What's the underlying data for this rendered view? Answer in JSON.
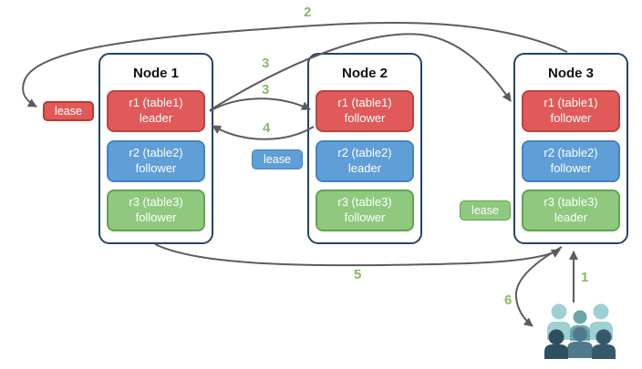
{
  "diagram": {
    "nodes": [
      {
        "title": "Node 1",
        "replicas": [
          {
            "name": "r1 (table1)",
            "role": "leader",
            "color": "#e05a5a"
          },
          {
            "name": "r2 (table2)",
            "role": "follower",
            "color": "#5f9ed6"
          },
          {
            "name": "r3 (table3)",
            "role": "follower",
            "color": "#8fc97e"
          }
        ]
      },
      {
        "title": "Node 2",
        "replicas": [
          {
            "name": "r1 (table1)",
            "role": "follower",
            "color": "#e05a5a"
          },
          {
            "name": "r2 (table2)",
            "role": "leader",
            "color": "#5f9ed6"
          },
          {
            "name": "r3 (table3)",
            "role": "follower",
            "color": "#8fc97e"
          }
        ]
      },
      {
        "title": "Node 3",
        "replicas": [
          {
            "name": "r1 (table1)",
            "role": "follower",
            "color": "#e05a5a"
          },
          {
            "name": "r2 (table2)",
            "role": "follower",
            "color": "#5f9ed6"
          },
          {
            "name": "r3 (table3)",
            "role": "leader",
            "color": "#8fc97e"
          }
        ]
      }
    ],
    "leases": {
      "red": {
        "label": "lease",
        "color": "#e05a5a"
      },
      "blue": {
        "label": "lease",
        "color": "#5f9ed6"
      },
      "green": {
        "label": "lease",
        "color": "#8fc97e"
      }
    },
    "steps": {
      "s1": "1",
      "s2": "2",
      "s3a": "3",
      "s3b": "3",
      "s4": "4",
      "s5": "5",
      "s6": "6"
    },
    "icons": {
      "clients": "users-group-icon"
    },
    "colors": {
      "node_border": "#24446b",
      "arrow": "#5c5c5c",
      "step_label": "#85bb65",
      "clients_light": "#9fd0d2",
      "clients_medium": "#6ba6aa",
      "clients_mid_dark": "#4d7b8b",
      "clients_dark": "#2d4f5f"
    }
  }
}
